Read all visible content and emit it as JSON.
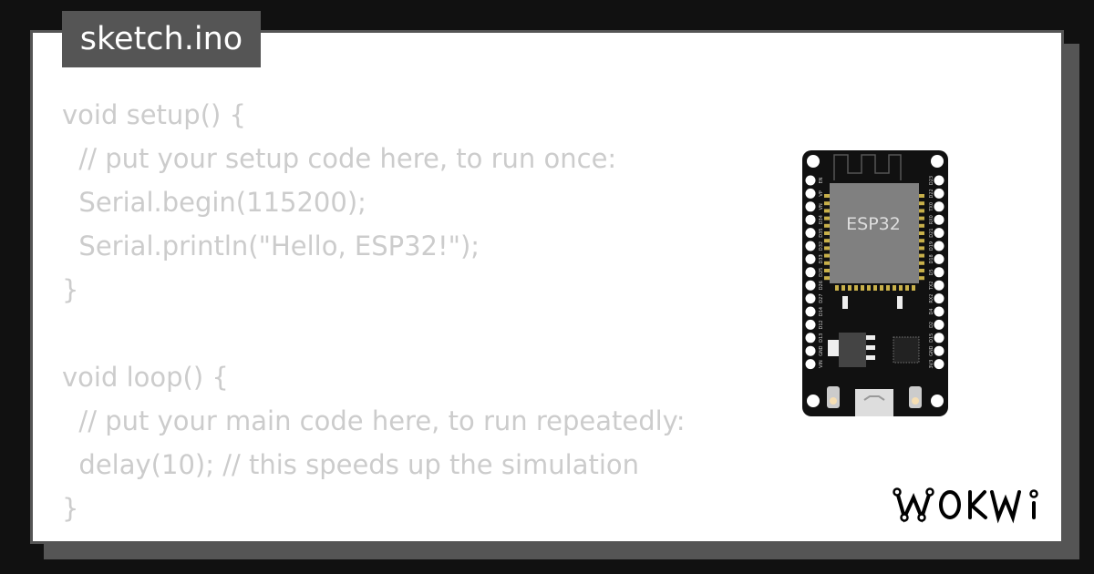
{
  "title": "sketch.ino",
  "code_lines": [
    "void setup() {",
    "  // put your setup code here, to run once:",
    "  Serial.begin(115200);",
    "  Serial.println(\"Hello, ESP32!\");",
    "}",
    "",
    "void loop() {",
    "  // put your main code here, to run repeatedly:",
    "  delay(10); // this speeds up the simulation",
    "}"
  ],
  "board": {
    "chip_label": "ESP32",
    "left_pins": [
      "EN",
      "VP",
      "VN",
      "D34",
      "D35",
      "D32",
      "D33",
      "D25",
      "D26",
      "D27",
      "D14",
      "D12",
      "D13",
      "GND",
      "VIN"
    ],
    "right_pins": [
      "D23",
      "D22",
      "TX0",
      "RX0",
      "D21",
      "D19",
      "D18",
      "D5",
      "TX2",
      "RX2",
      "D4",
      "D2",
      "D15",
      "GND",
      "3V3"
    ]
  },
  "logo": "WOKWI",
  "colors": {
    "background": "#111111",
    "frame": "#555555",
    "code": "#cccccc",
    "board": "#111111",
    "chip": "#808080",
    "pad": "#c8b04a"
  }
}
